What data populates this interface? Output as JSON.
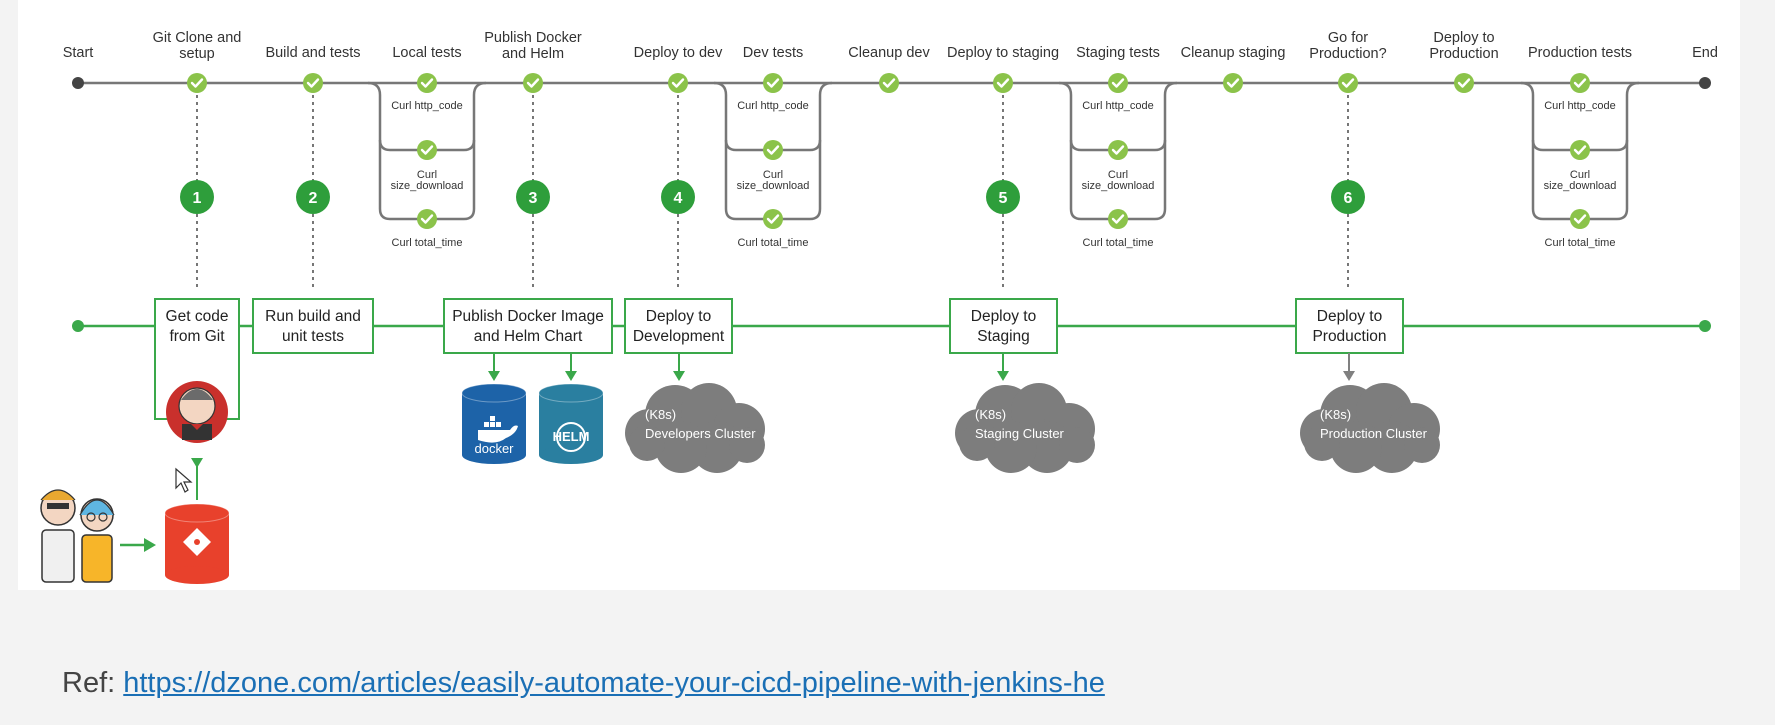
{
  "top_stages": [
    {
      "id": "start",
      "lines": [
        "Start"
      ],
      "kind": "terminal"
    },
    {
      "id": "git-clone",
      "lines": [
        "Git Clone and",
        "setup"
      ],
      "kind": "check",
      "step": "1"
    },
    {
      "id": "build-tests",
      "lines": [
        "Build and tests"
      ],
      "kind": "check",
      "step": "2"
    },
    {
      "id": "local-tests",
      "lines": [
        "Local tests"
      ],
      "kind": "parallel",
      "subs": [
        "Curl http_code",
        "Curl size_download",
        "Curl total_time"
      ]
    },
    {
      "id": "publish-docker",
      "lines": [
        "Publish Docker",
        "and Helm"
      ],
      "kind": "check",
      "step": "3"
    },
    {
      "id": "deploy-dev",
      "lines": [
        "Deploy to dev"
      ],
      "kind": "check",
      "step": "4"
    },
    {
      "id": "dev-tests",
      "lines": [
        "Dev tests"
      ],
      "kind": "parallel",
      "subs": [
        "Curl http_code",
        "Curl size_download",
        "Curl total_time"
      ]
    },
    {
      "id": "cleanup-dev",
      "lines": [
        "Cleanup dev"
      ],
      "kind": "check"
    },
    {
      "id": "deploy-staging",
      "lines": [
        "Deploy to staging"
      ],
      "kind": "check",
      "step": "5"
    },
    {
      "id": "staging-tests",
      "lines": [
        "Staging tests"
      ],
      "kind": "parallel",
      "subs": [
        "Curl http_code",
        "Curl size_download",
        "Curl total_time"
      ]
    },
    {
      "id": "cleanup-staging",
      "lines": [
        "Cleanup staging"
      ],
      "kind": "check"
    },
    {
      "id": "go-production",
      "lines": [
        "Go for",
        "Production?"
      ],
      "kind": "check",
      "step": "6"
    },
    {
      "id": "deploy-production",
      "lines": [
        "Deploy to",
        "Production"
      ],
      "kind": "check"
    },
    {
      "id": "production-tests",
      "lines": [
        "Production tests"
      ],
      "kind": "parallel",
      "subs": [
        "Curl http_code",
        "Curl size_download",
        "Curl total_time"
      ]
    },
    {
      "id": "end",
      "lines": [
        "End"
      ],
      "kind": "terminal"
    }
  ],
  "bottom_boxes": [
    {
      "id": "get-code",
      "lines": [
        "Get code",
        "from Git"
      ]
    },
    {
      "id": "run-build",
      "lines": [
        "Run build and",
        "unit tests"
      ]
    },
    {
      "id": "publish-image",
      "lines": [
        "Publish Docker Image",
        "and Helm Chart"
      ]
    },
    {
      "id": "deploy-development",
      "lines": [
        "Deploy to",
        "Development"
      ]
    },
    {
      "id": "deploy-staging-box",
      "lines": [
        "Deploy to",
        "Staging"
      ]
    },
    {
      "id": "deploy-production-box",
      "lines": [
        "Deploy to",
        "Production"
      ]
    }
  ],
  "clouds": [
    {
      "id": "dev-cluster",
      "lines": [
        "(K8s)",
        "Developers Cluster"
      ]
    },
    {
      "id": "staging-cluster",
      "lines": [
        "(K8s)",
        "Staging Cluster"
      ]
    },
    {
      "id": "production-cluster",
      "lines": [
        "(K8s)",
        "Production Cluster"
      ]
    }
  ],
  "repo_labels": {
    "docker": "docker",
    "helm": "HELM"
  },
  "colors": {
    "green": "#3aa84a",
    "check": "#8bc34a",
    "step": "#2e9e3b",
    "pipeline": "#777777",
    "cloud": "#7d7d7d",
    "docker": "#1d63a8",
    "helm": "#2a7fa0",
    "git": "#e8412c",
    "jenkins": "#c9302c"
  },
  "reference": {
    "prefix": "Ref: ",
    "link": "https://dzone.com/articles/easily-automate-your-cicd-pipeline-with-jenkins-he"
  }
}
